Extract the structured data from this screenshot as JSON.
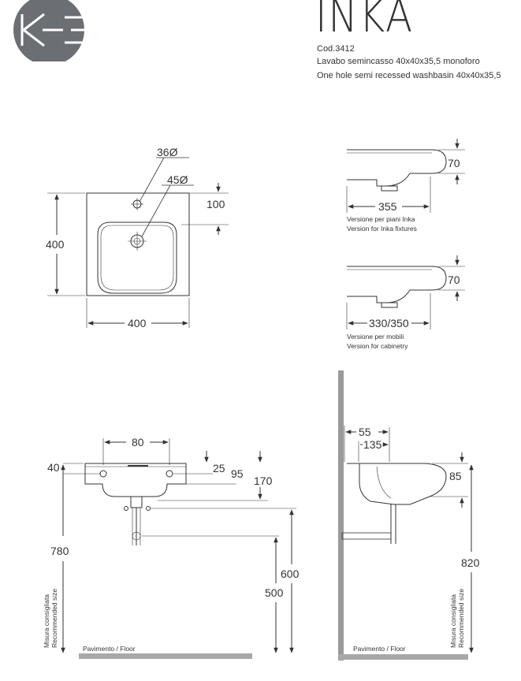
{
  "brand": {
    "logo_text": "KE",
    "logo_color": "#6b6e73"
  },
  "product": {
    "name": "INKA",
    "code": "Cod.3412",
    "description_it": "Lavabo semincasso 40x40x35,5 monoforo",
    "description_en": "One hole semi recessed washbasin 40x40x35,5"
  },
  "top_view": {
    "hole_small": "36Ø",
    "hole_large": "45Ø",
    "hole_offset": "100",
    "depth": "400",
    "width": "400"
  },
  "side_inka": {
    "height": "70",
    "depth": "355",
    "caption_it": "Versione per piani Inka",
    "caption_en": "Version for Inka fixtures"
  },
  "side_cabinet": {
    "height": "70",
    "depth": "330/350",
    "caption_it": "Versione per mobili",
    "caption_en": "Version for cabinetry"
  },
  "front_install": {
    "hole_spacing": "80",
    "top_rim": "40",
    "dim_25": "25",
    "dim_95": "95",
    "dim_170": "170",
    "rim_height": "780",
    "supply_height": "600",
    "drain_height": "500",
    "recommended_it": "Misura consigliata",
    "recommended_en": "Recommended size",
    "floor_label": "Pavimento / Floor"
  },
  "side_install": {
    "wall_gap": "55",
    "trap_offset": "135",
    "bowl_depth": "85",
    "rim_height": "820",
    "recommended_it": "Misura consigliata",
    "recommended_en": "Recommended size",
    "floor_label": "Pavimento / Floor"
  },
  "colors": {
    "line": "#333333",
    "wall": "#9a9a9a",
    "floor": "#a8a8a8"
  }
}
